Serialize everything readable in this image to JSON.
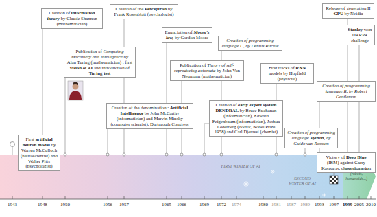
{
  "diagram": {
    "nodes": [
      {
        "text": [
          "Creation of",
          "information theory",
          "by Claude Shannon (mathematician)"
        ]
      },
      {
        "text": [
          "Creation of the",
          "Perceptron",
          "by Frank Rosenblatt (psychologist)"
        ]
      },
      {
        "text": [
          "Enunciation of",
          "Moore's law,",
          "by Gordon Moore"
        ]
      },
      {
        "text": [
          "Creation of programming language C, by Dennis Ritchie"
        ]
      },
      {
        "text": [
          "Release of generation II",
          "GPU",
          "by Nvidia"
        ]
      },
      {
        "text": [
          "Stanley",
          "won DARPA challenge"
        ]
      },
      {
        "text": [
          "Publication of",
          "Computing Machinery and Intelligence",
          "by Alan Turing (mathematician) : first",
          "vision of AI",
          "and introduction of",
          "Turing test"
        ]
      },
      {
        "text": [
          "Publication of",
          "Theory of self-reproducing automata",
          "by John Von Neumann (mathematician)"
        ]
      },
      {
        "text": [
          "First tracks of",
          "RNN",
          "models by Hopfield (physicist)"
        ]
      },
      {
        "text": [
          "Creation of the denomination :",
          "Artificial Intelligence",
          "by John McCarthy (informatician) and Marvin Minsky (computer scientist), Dartmouth Congress"
        ]
      },
      {
        "text": [
          "Creation of",
          "early expert system DENDRAL",
          "by Bruce Buchanan (informatician), Edward Feigenbaum (informatician), Joshua Lederberg (doctor, Nobel Prize 1958) and Carl Djerassi (chemist)"
        ]
      },
      {
        "text": [
          "Creation of programming language R, by Robert Gentleman"
        ]
      },
      {
        "text": [
          "First",
          "artificial neuron model",
          "by Warren McCulloch (neuroscientist) and Walter Pitts (psychologist)"
        ]
      },
      {
        "text": [
          "Creation of programming language",
          "Python,",
          "by Guido van Rossum"
        ]
      },
      {
        "text": [
          "Victory of",
          "Deep Blue",
          "(IBM) against Garry Kasparov, chess champion"
        ]
      }
    ],
    "labels": [
      "FIRST WINTER OF AI",
      "SECOND WINTER OF AI",
      "SPRING OF AI (robots, humanoids...)",
      "1943",
      "1948",
      "1950",
      "1956",
      "1957",
      "1965",
      "1966",
      "1969",
      "1972",
      "1974",
      "1980",
      "1981",
      "1987",
      "1989",
      "1993",
      "1997",
      "1999",
      "2005",
      "2010"
    ]
  }
}
